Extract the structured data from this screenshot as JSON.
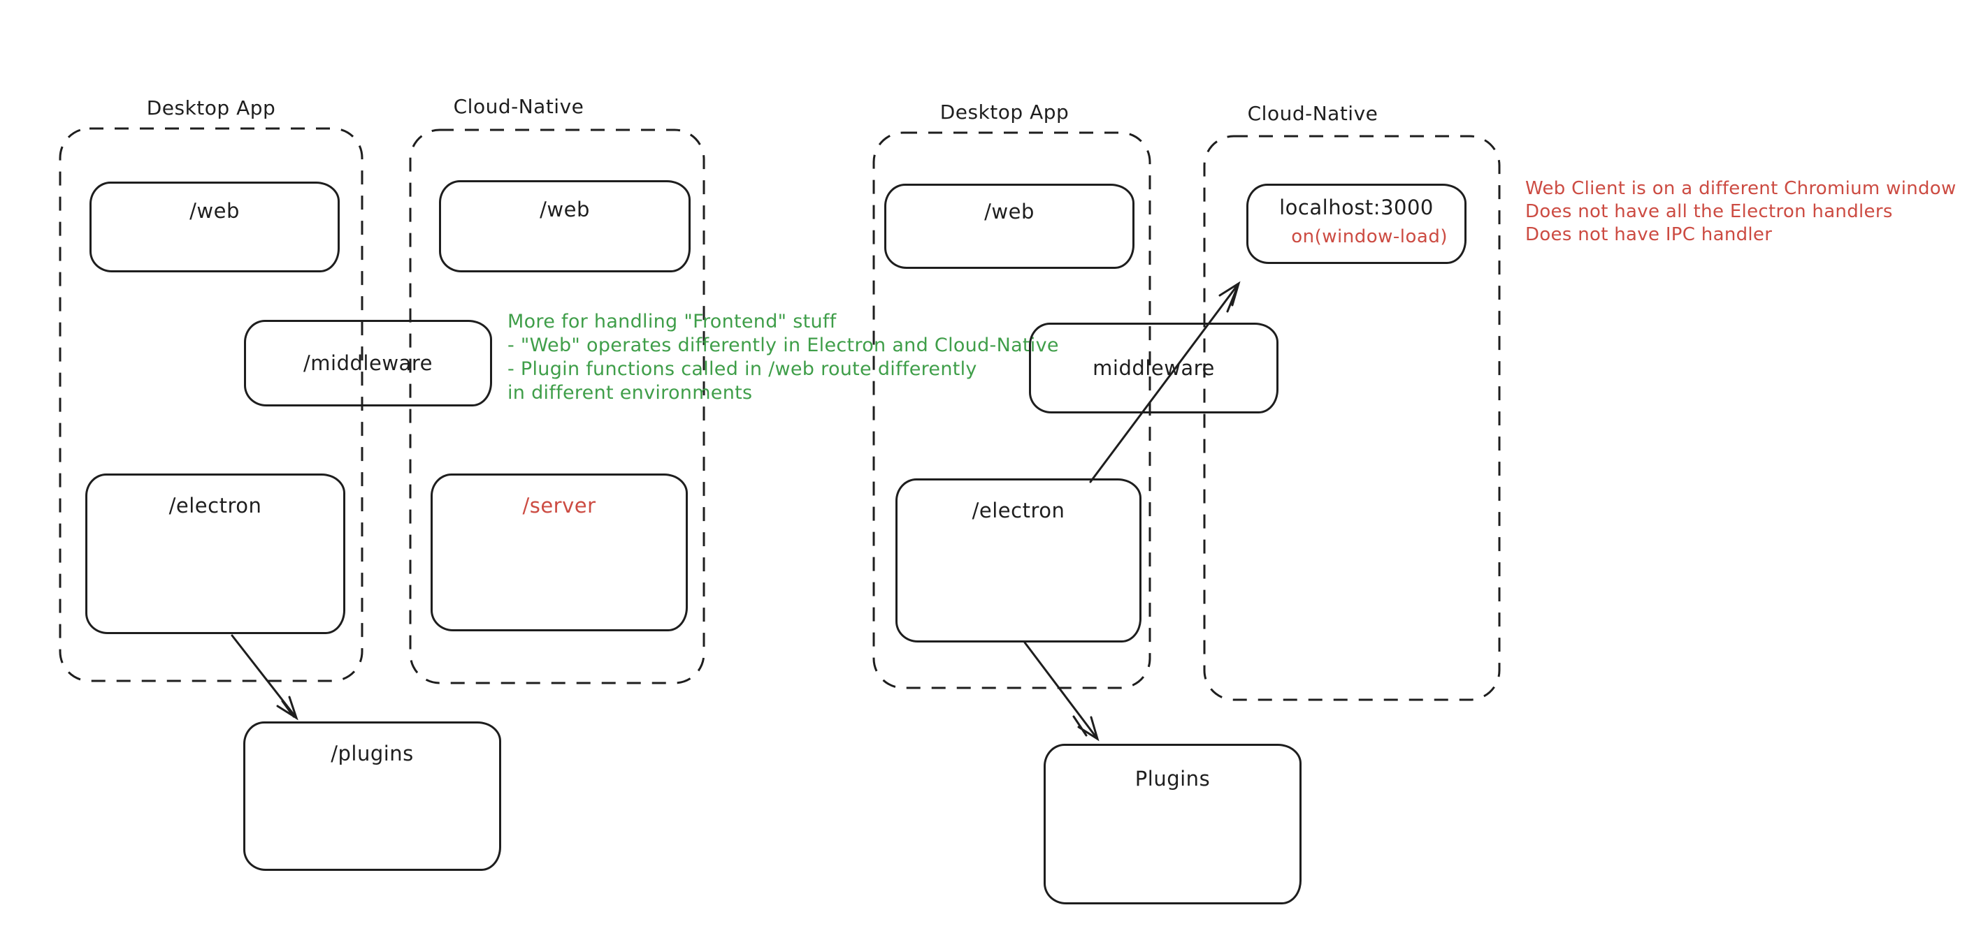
{
  "colors": {
    "ink": "#1e1e1e",
    "annotation_green": "#3f9e49",
    "annotation_red": "#cc4b42",
    "background": "#ffffff"
  },
  "left": {
    "desktop_title": "Desktop App",
    "cloud_title": "Cloud-Native",
    "boxes": {
      "web_desktop": "/web",
      "web_cloud": "/web",
      "middleware": "/middleware",
      "electron": "/electron",
      "server": "/server",
      "plugins": "/plugins"
    },
    "note": "More for handling \"Frontend\" stuff\n- \"Web\" operates differently in Electron and Cloud-Native\n- Plugin functions called in /web route differently\nin different environments"
  },
  "right": {
    "desktop_title": "Desktop App",
    "cloud_title": "Cloud-Native",
    "boxes": {
      "web": "/web",
      "localhost": "localhost:3000",
      "window_load": "on(window-load)",
      "middleware": "middleware",
      "electron": "/electron",
      "plugins": "Plugins"
    },
    "note": "Web Client is on a different Chromium window\nDoes not have all the Electron handlers\nDoes not have IPC handler"
  }
}
